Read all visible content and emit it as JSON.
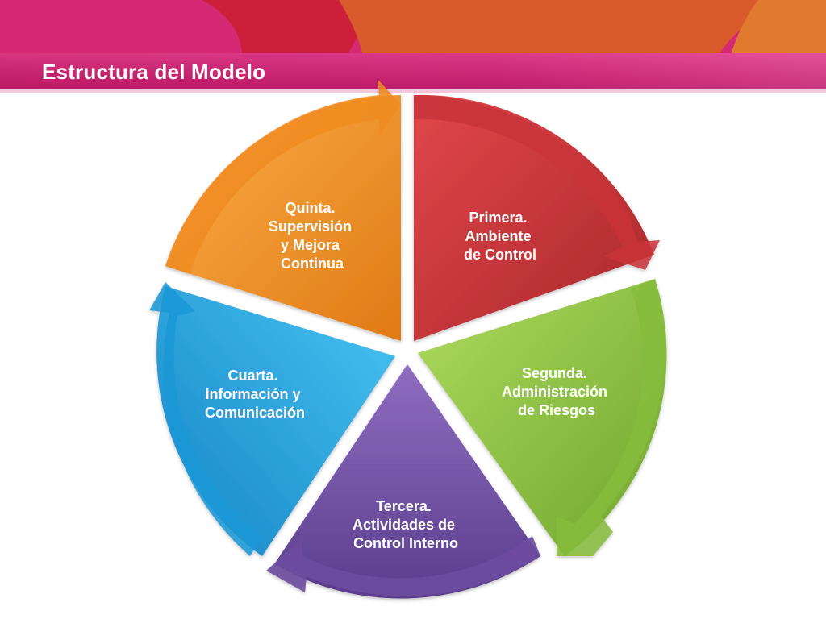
{
  "slide": {
    "title": "Estructura del Modelo"
  },
  "cycle": {
    "segments": [
      {
        "key": "primera",
        "lines": [
          "Primera.",
          "Ambiente",
          "de Control"
        ],
        "color": "#c9363a",
        "color_light": "#e04a4e",
        "color_dark": "#9e2428"
      },
      {
        "key": "segunda",
        "lines": [
          "Segunda.",
          "Administración",
          "de Riesgos"
        ],
        "color": "#8cc63e",
        "color_light": "#a8d85a",
        "color_dark": "#6a9e2a"
      },
      {
        "key": "tercera",
        "lines": [
          "Tercera.",
          "Actividades de",
          "Control Interno"
        ],
        "color": "#6a4b9c",
        "color_light": "#8a6bb8",
        "color_dark": "#4c3278"
      },
      {
        "key": "cuarta",
        "lines": [
          "Cuarta.",
          "Información y",
          "Comunicación"
        ],
        "color": "#1ea2dc",
        "color_light": "#45c0f0",
        "color_dark": "#1078b0"
      },
      {
        "key": "quinta",
        "lines": [
          "Quinta.",
          "Supervisión",
          "y Mejora",
          "Continua"
        ],
        "color": "#f08a1e",
        "color_light": "#fba63c",
        "color_dark": "#cf6e10"
      }
    ]
  },
  "theme": {
    "banner_magenta": "#d41f7a",
    "banner_pink": "#e0408c",
    "banner_red": "#cf2a2e",
    "banner_orange": "#e06a2a"
  }
}
